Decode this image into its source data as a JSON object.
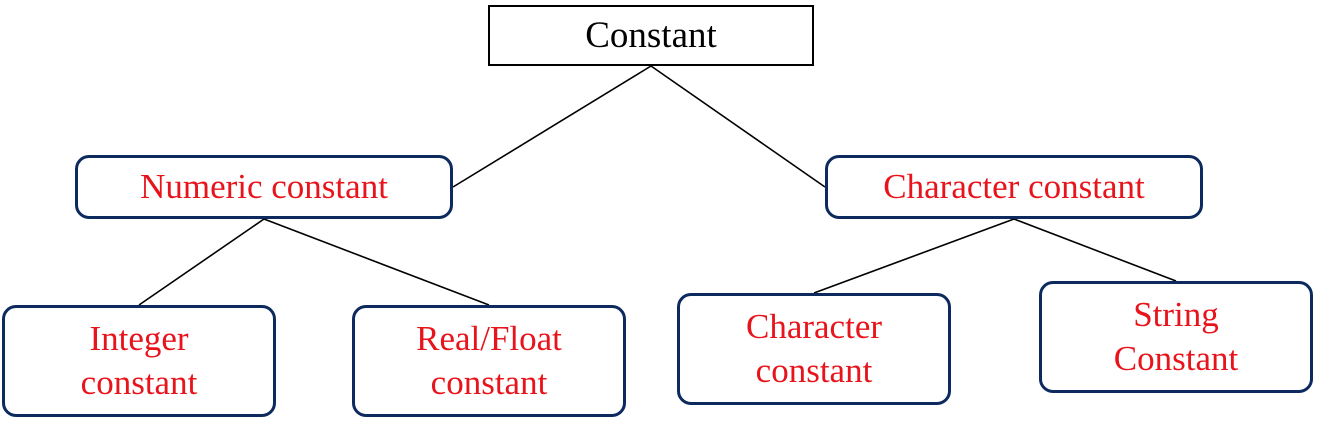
{
  "colors": {
    "root_border": "#000000",
    "root_text": "#000000",
    "child_border": "#0d2a5e",
    "child_text": "#e8141c",
    "connector": "#000000"
  },
  "root": {
    "label": "Constant"
  },
  "numeric": {
    "label": "Numeric constant"
  },
  "character": {
    "label": "Character constant"
  },
  "integer": {
    "line1": "Integer",
    "line2": "constant"
  },
  "real": {
    "line1": "Real/Float",
    "line2": "constant"
  },
  "character_leaf": {
    "line1": "Character",
    "line2": "constant"
  },
  "string": {
    "line1": "String",
    "line2": "Constant"
  }
}
